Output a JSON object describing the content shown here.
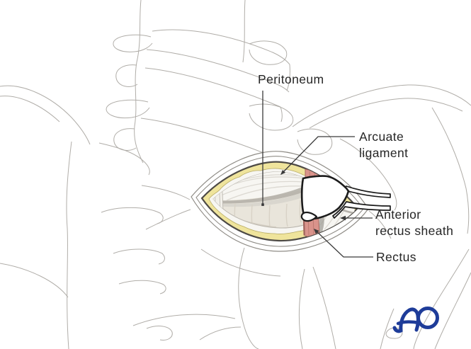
{
  "figure": {
    "labels": [
      {
        "id": "peritoneum",
        "text": "Peritoneum"
      },
      {
        "id": "arcuate-ligament",
        "text": "Arcuate ligament"
      },
      {
        "id": "anterior-rectus-sheath",
        "text": "Anterior rectus sheath"
      },
      {
        "id": "rectus",
        "text": "Rectus"
      }
    ],
    "logo": {
      "text": "AO",
      "color": "#1e3c99"
    },
    "colors": {
      "background": "#ffffff",
      "bone_outline": "#b0ada8",
      "wound_edge": "#4d4a46",
      "fat": "#efe49c",
      "fascia": "#f7f6f2",
      "peritoneum_surface": "#e9e5db",
      "muscle": "#d9938b",
      "retractor_stroke": "#1b1b1b",
      "leader_line": "#3a3a3a",
      "label_text": "#262626"
    }
  }
}
